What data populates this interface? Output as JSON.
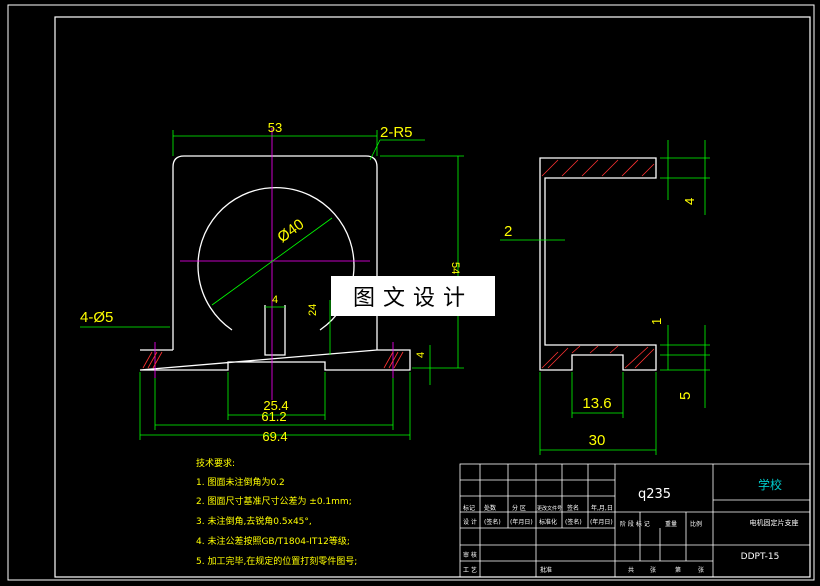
{
  "front_view": {
    "top_width": "53",
    "corner_radius": "2-R5",
    "bore_diameter": "Ø40",
    "slot_width": "4",
    "hidden_dim": "24",
    "holes": "4-Ø5",
    "height": "54",
    "base_height": "4",
    "recess_width": "25.4",
    "hole_spacing": "61.2",
    "overall_width": "69.4"
  },
  "side_view": {
    "flange_thickness": "4",
    "wall_thickness": "2",
    "step_height": "1",
    "base_thickness": "5",
    "recess_width": "13.6",
    "overall_width": "30"
  },
  "notes": {
    "heading": "技术要求:",
    "items": [
      "1. 图面未注倒角为0.2",
      "2. 图面尺寸基准尺寸公差为 ±0.1mm;",
      "3. 未注倒角,去锐角0.5x45°,",
      "4. 未注公差按照GB/T1804-IT12等级;",
      "5. 加工完毕,在规定的位置打刻零件图号;"
    ]
  },
  "title_block": {
    "material": "q235",
    "school": "学校",
    "part_name": "电机固定片支座",
    "drawing_no": "DDPT-15",
    "row_labels": [
      "标记",
      "处数",
      "分 区",
      "更改文件号",
      "签名",
      "年,月,日"
    ],
    "design_row": [
      "设 计",
      "(签名)",
      "(年月日)",
      "标准化",
      "(签名)",
      "(年月日)"
    ],
    "stage_labels": [
      "阶 段 标 记",
      "重量",
      "比例"
    ],
    "review": "审 核",
    "process": "工 艺",
    "approve": "批准",
    "sheet_info": [
      "共",
      "张",
      "第",
      "张"
    ]
  },
  "watermark": "图文设计"
}
